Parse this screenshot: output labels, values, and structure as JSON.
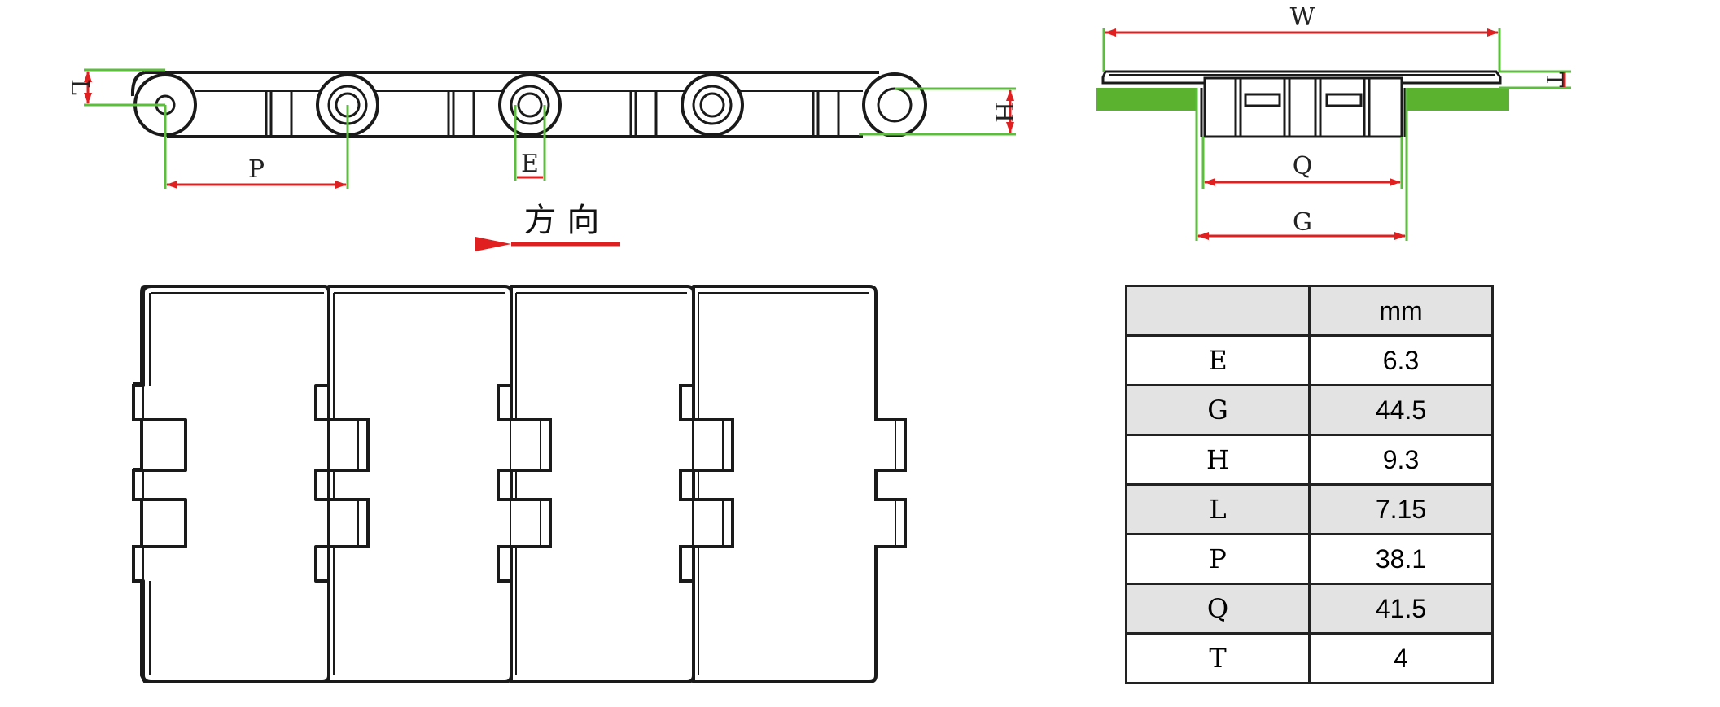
{
  "side_view": {
    "labels": {
      "L": "L",
      "P": "P",
      "E": "E",
      "H": "H"
    }
  },
  "direction": {
    "label": "方 向"
  },
  "front_view": {
    "labels": {
      "W": "W",
      "T": "T",
      "Q": "Q",
      "G": "G"
    }
  },
  "colors": {
    "outline": "#1a1a1a",
    "dimension_arrow": "#e02020",
    "extension_line": "#5cbf3c",
    "support_rail": "#5ab22e",
    "table_shade": "#e3e3e3"
  },
  "spec_table": {
    "header": {
      "key": "",
      "unit": "mm"
    },
    "rows": [
      {
        "key": "E",
        "value": "6.3"
      },
      {
        "key": "G",
        "value": "44.5"
      },
      {
        "key": "H",
        "value": "9.3"
      },
      {
        "key": "L",
        "value": "7.15"
      },
      {
        "key": "P",
        "value": "38.1"
      },
      {
        "key": "Q",
        "value": "41.5"
      },
      {
        "key": "T",
        "value": "4"
      }
    ]
  }
}
